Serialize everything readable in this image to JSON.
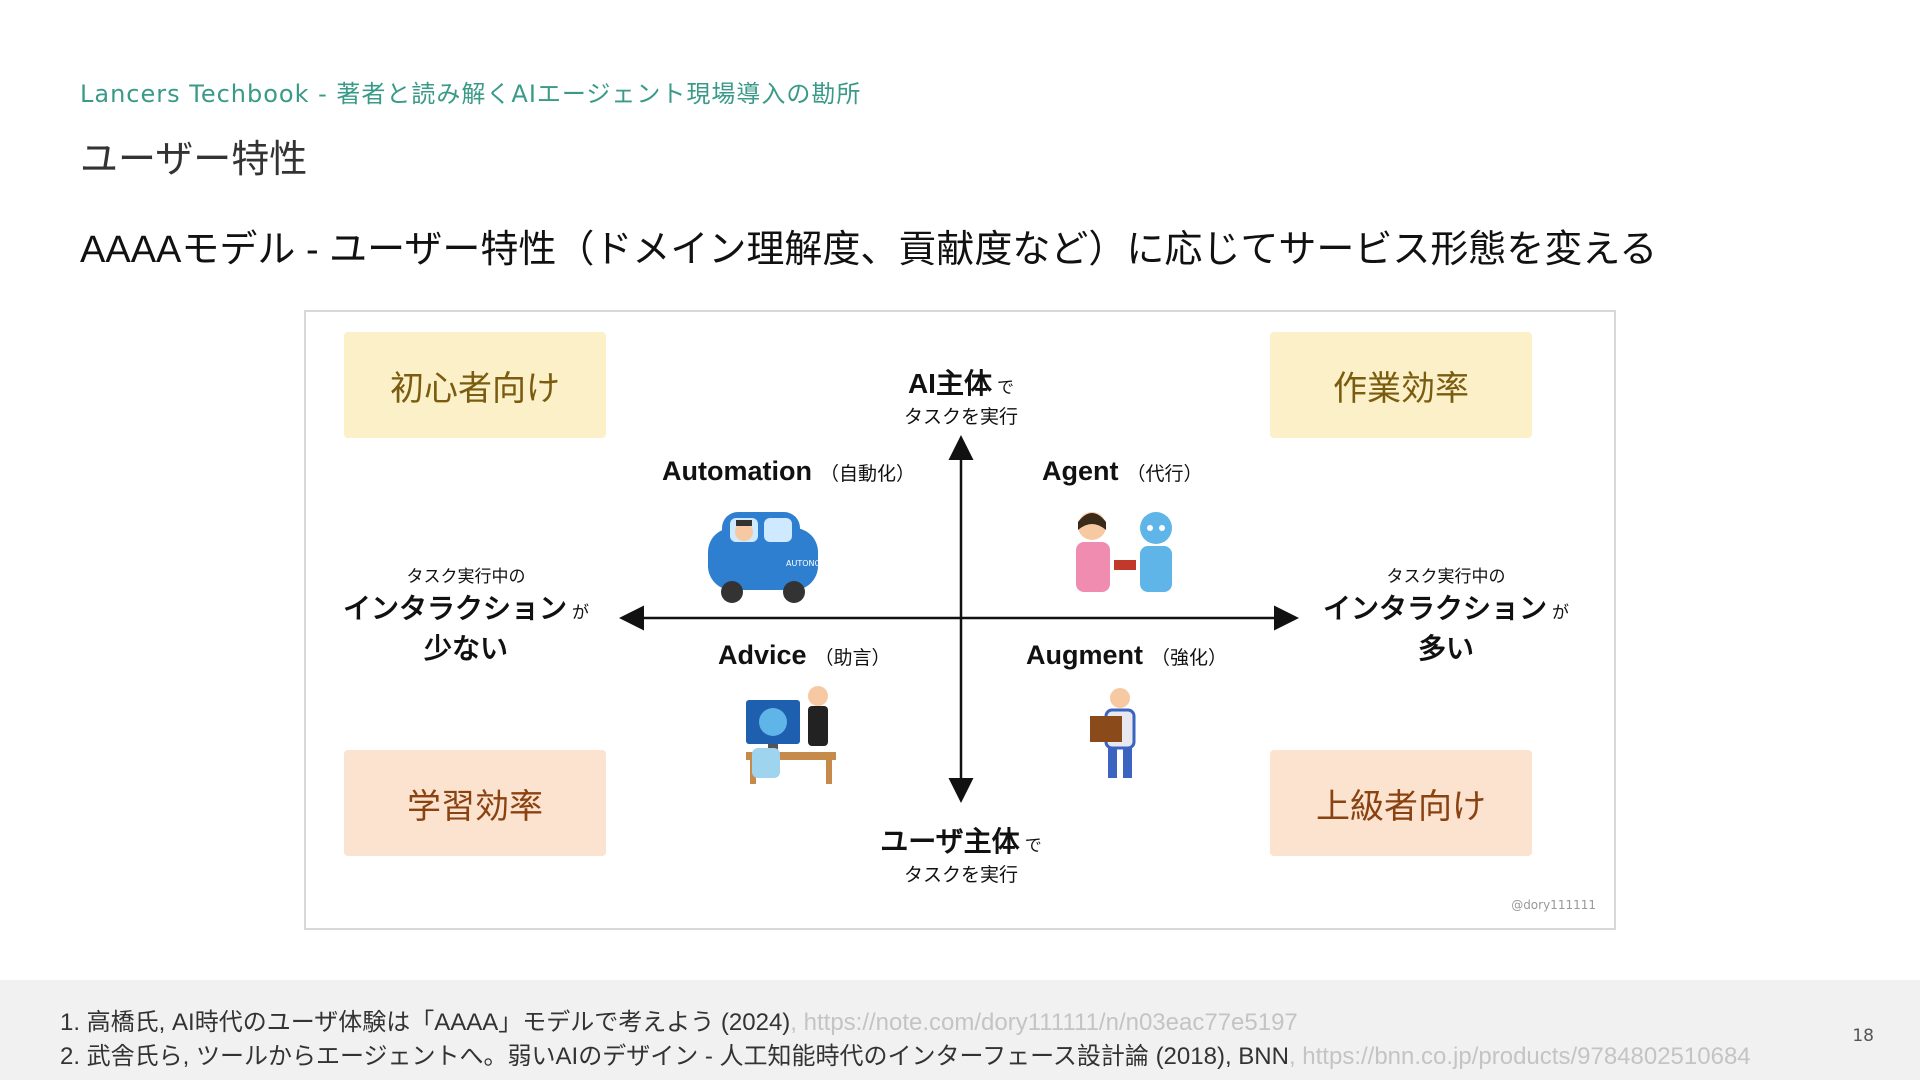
{
  "header": {
    "eyebrow": "Lancers Techbook - 著者と読み解くAIエージェント現場導入の勘所",
    "section_title": "ユーザー特性",
    "headline": "AAAAモデル - ユーザー特性（ドメイン理解度、貢献度など）に応じてサービス形態を変える"
  },
  "figure": {
    "corners": {
      "top_left": "初心者向け",
      "top_right": "作業効率",
      "bottom_left": "学習効率",
      "bottom_right": "上級者向け"
    },
    "axis_top": {
      "main": "AI主体",
      "suffix": "で",
      "sub": "タスクを実行"
    },
    "axis_bottom": {
      "main": "ユーザ主体",
      "suffix": "で",
      "sub": "タスクを実行"
    },
    "axis_left": {
      "pre": "タスク実行中の",
      "main": "インタラクション",
      "suffix": "が",
      "last": "少ない"
    },
    "axis_right": {
      "pre": "タスク実行中の",
      "main": "インタラクション",
      "suffix": "が",
      "last": "多い"
    },
    "quadrants": {
      "automation": {
        "name": "Automation",
        "note": "（自動化）"
      },
      "agent": {
        "name": "Agent",
        "note": "（代行）"
      },
      "advice": {
        "name": "Advice",
        "note": "（助言）"
      },
      "augment": {
        "name": "Augment",
        "note": "（強化）"
      }
    },
    "car_text": "AUTONO MOUS",
    "credit": "@dory111111",
    "colors": {
      "yellow": "#fbf0c8",
      "peach": "#fbe3d0",
      "accent": "#3a9a88"
    }
  },
  "footer": {
    "refs": [
      {
        "text": "1. 高橋氏, AI時代のユーザ体験は「AAAA」モデルで考えよう (2024)",
        "url": ", https://note.com/dory111111/n/n03eac77e5197"
      },
      {
        "text": "2. 武舎氏ら, ツールからエージェントへ。弱いAIのデザイン - 人工知能時代のインターフェース設計論 (2018), BNN",
        "url": ", https://bnn.co.jp/products/9784802510684"
      }
    ],
    "page_number": "18"
  }
}
